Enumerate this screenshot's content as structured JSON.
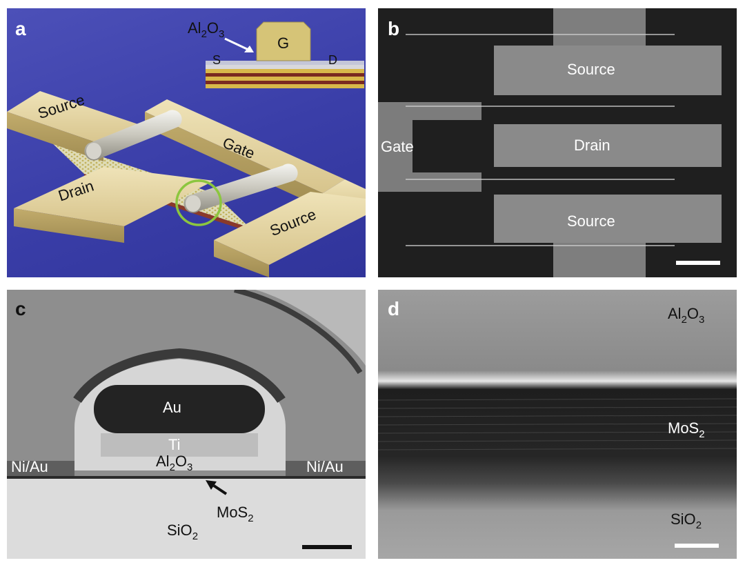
{
  "panel_a": {
    "letter": "a",
    "inset_oxide": {
      "base": "Al",
      "sub1": "2",
      "mid": "O",
      "sub2": "3"
    },
    "inset_gate": "G",
    "inset_source": "S",
    "inset_drain": "D",
    "source_top": "Source",
    "gate": "Gate",
    "drain": "Drain",
    "source_bottom": "Source"
  },
  "panel_b": {
    "letter": "b",
    "source_top": "Source",
    "gate": "Gate",
    "drain": "Drain",
    "source_bottom": "Source"
  },
  "panel_c": {
    "letter": "c",
    "au": "Au",
    "ti": "Ti",
    "oxide": {
      "base": "Al",
      "sub1": "2",
      "mid": "O",
      "sub2": "3"
    },
    "niau_left": "Ni/Au",
    "niau_right": "Ni/Au",
    "mos2": {
      "base": "MoS",
      "sub": "2"
    },
    "sio2": {
      "base": "SiO",
      "sub": "2"
    }
  },
  "panel_d": {
    "letter": "d",
    "oxide": {
      "base": "Al",
      "sub1": "2",
      "mid": "O",
      "sub2": "3"
    },
    "mos2": {
      "base": "MoS",
      "sub": "2"
    },
    "sio2": {
      "base": "SiO",
      "sub": "2"
    }
  },
  "colors": {
    "background_a": "#3a3ea8",
    "gold": "#d8c48a",
    "gate_rod": "#c8c8c8",
    "highlight_circle": "#8cc63f",
    "sem_pad": "#8a8a8a"
  }
}
